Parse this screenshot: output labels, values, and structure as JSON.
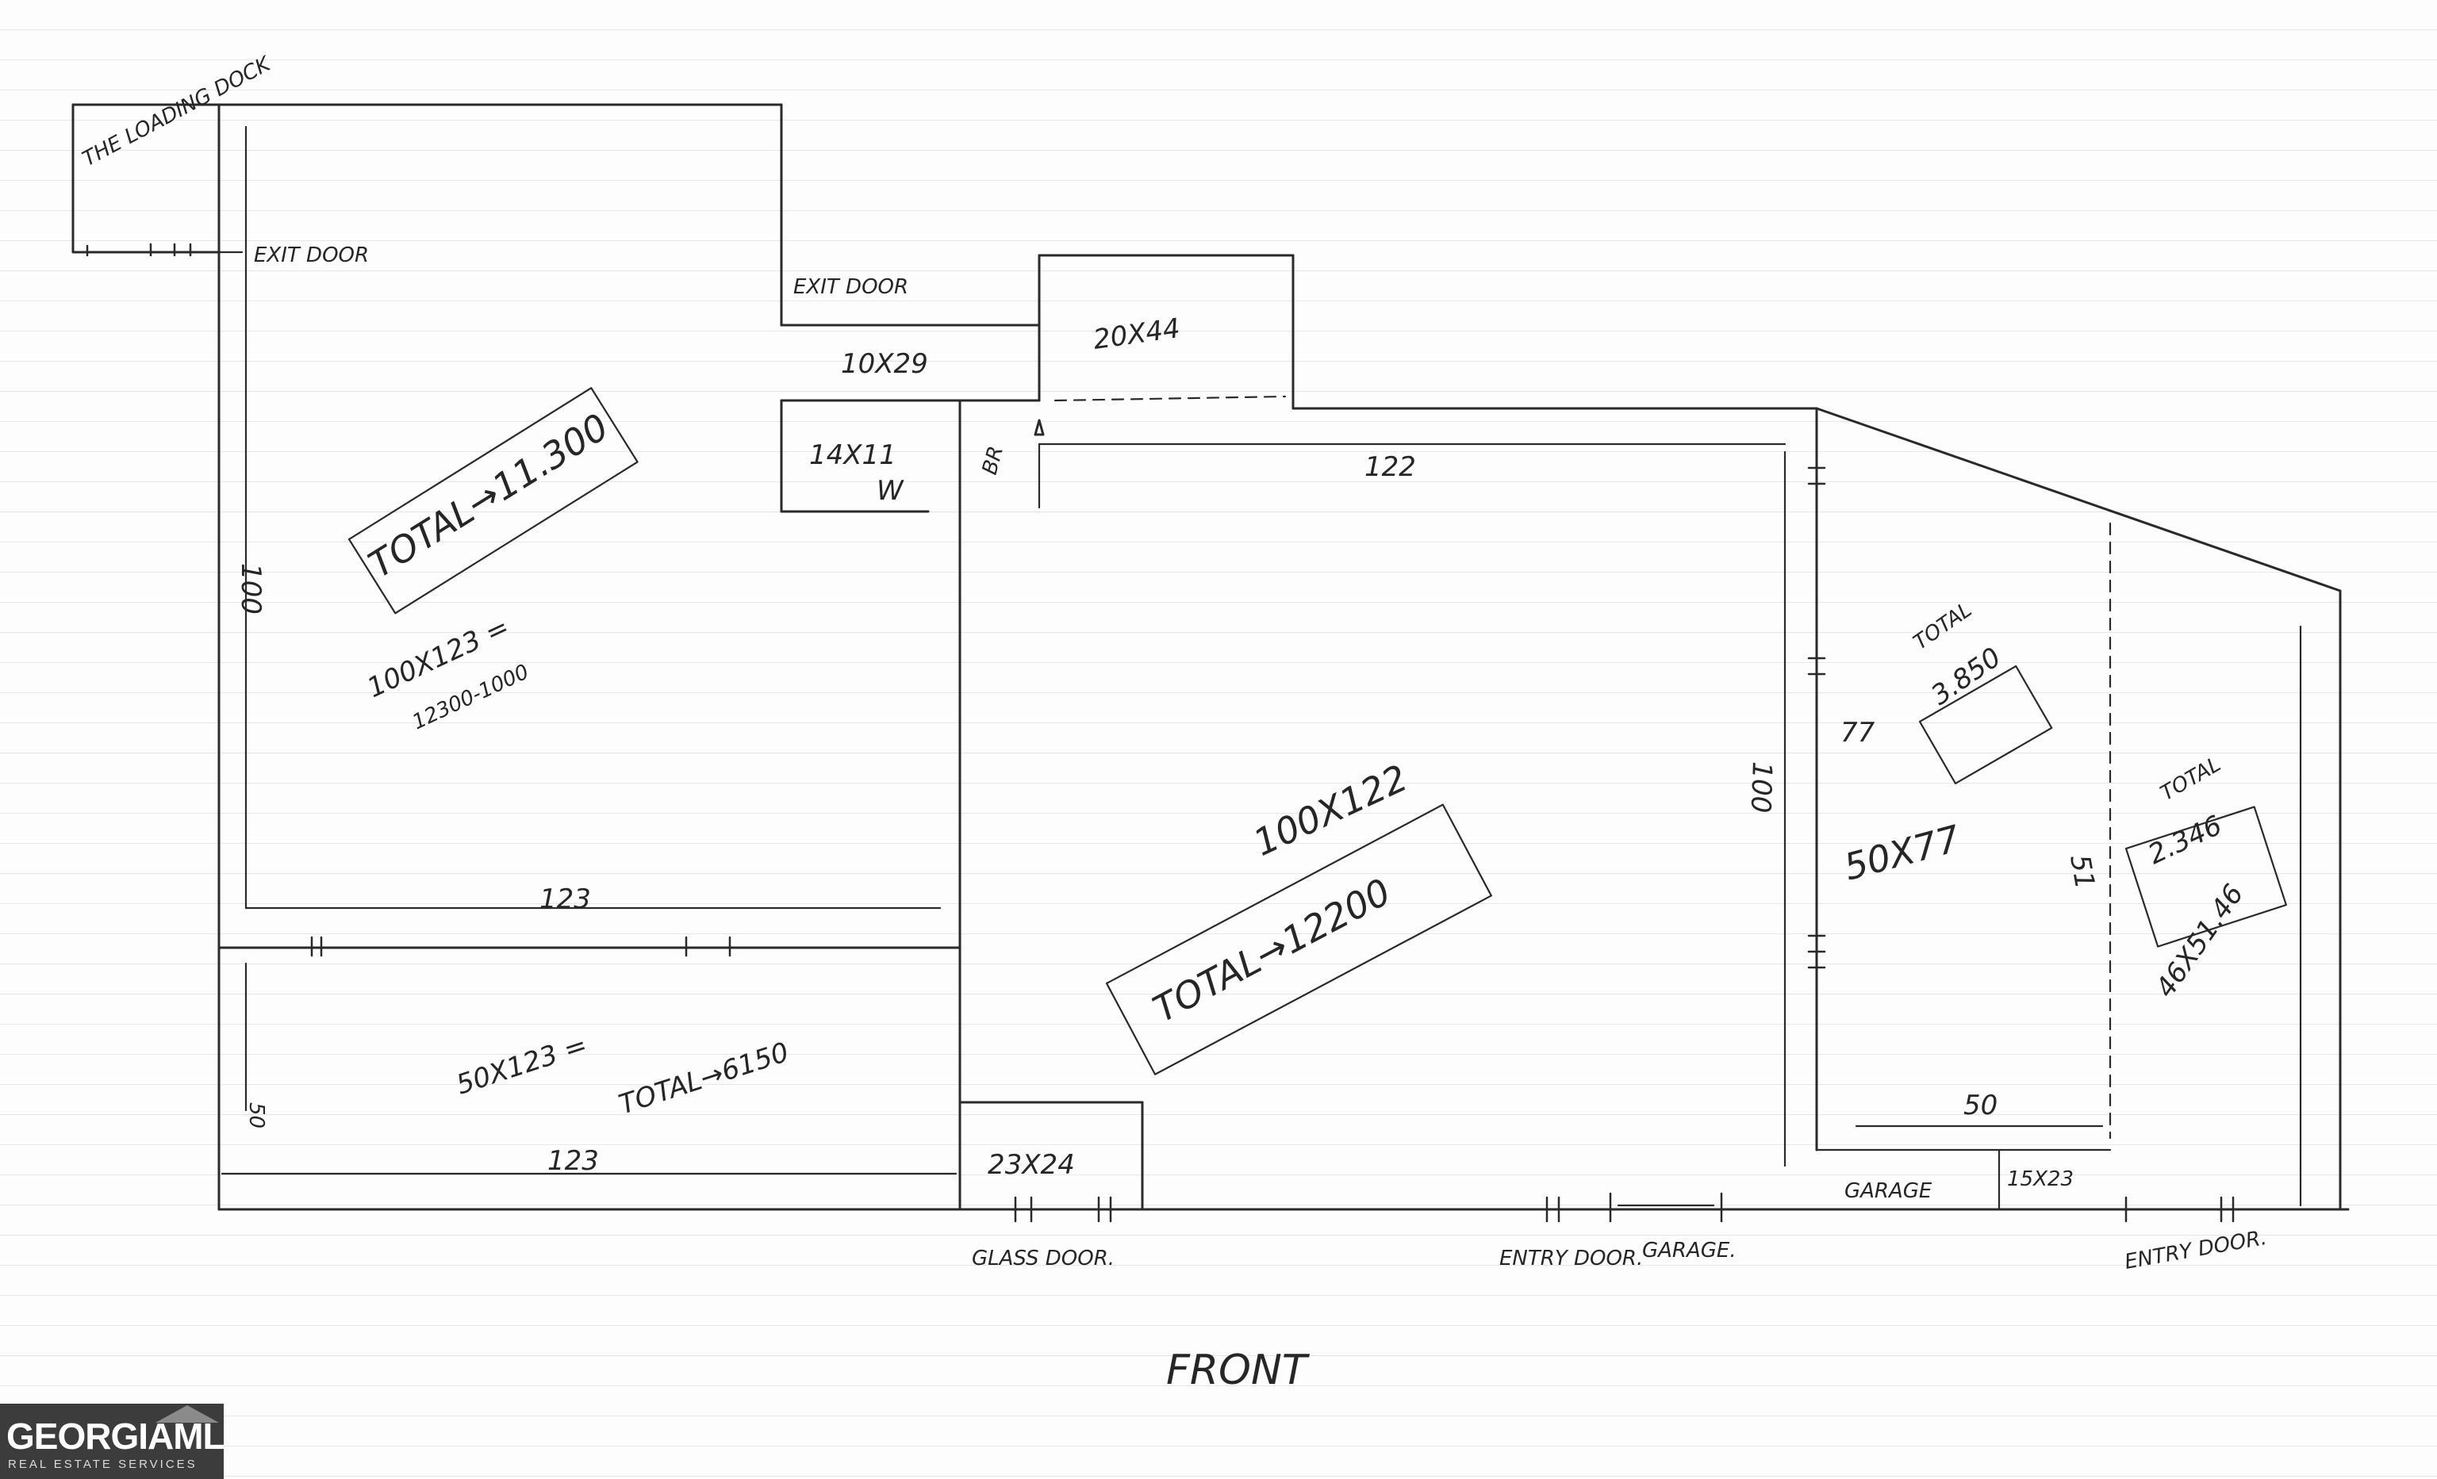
{
  "labels": {
    "loading_dock": "THE LOADING DOCK",
    "exit_door_1": "EXIT DOOR",
    "exit_door_2": "EXIT DOOR",
    "room_20x44": "20X44",
    "room_10x29": "10X29",
    "room_14x11": "14X11",
    "room_w": "W",
    "room_br": "BR",
    "dim_122_top": "122",
    "total_11300": "TOTAL→11.300",
    "dim_100_left": "100",
    "calc_100x123": "100X123 =",
    "calc_12300": "12300-1000",
    "dim_123_mid": "123",
    "calc_50x123": "50X123 =",
    "total_6150": "TOTAL→6150",
    "dim_50_left": "50",
    "dim_123_bottom": "123",
    "room_23x24": "23X24",
    "calc_100x122": "100X122",
    "total_12200": "TOTAL→12200",
    "dim_100_right": "100",
    "dim_77": "77",
    "total_3850_label": "TOTAL",
    "total_3850_value": "3.850",
    "calc_50x77": "50X77",
    "dim_51": "51",
    "total_2346_label": "TOTAL",
    "total_2346_value": "2.346",
    "calc_46x51": "46X51.46",
    "dim_50_bottom": "50",
    "garage_inner": "GARAGE",
    "room_15x23": "15X23",
    "glass_door": "GLASS DOOR.",
    "entry_door_1": "ENTRY DOOR.",
    "garage_front": "GARAGE.",
    "entry_door_2": "ENTRY DOOR.",
    "front": "FRONT"
  },
  "watermark": {
    "brand": "GEORGIAMLS",
    "sub": "REAL ESTATE SERVICES"
  }
}
